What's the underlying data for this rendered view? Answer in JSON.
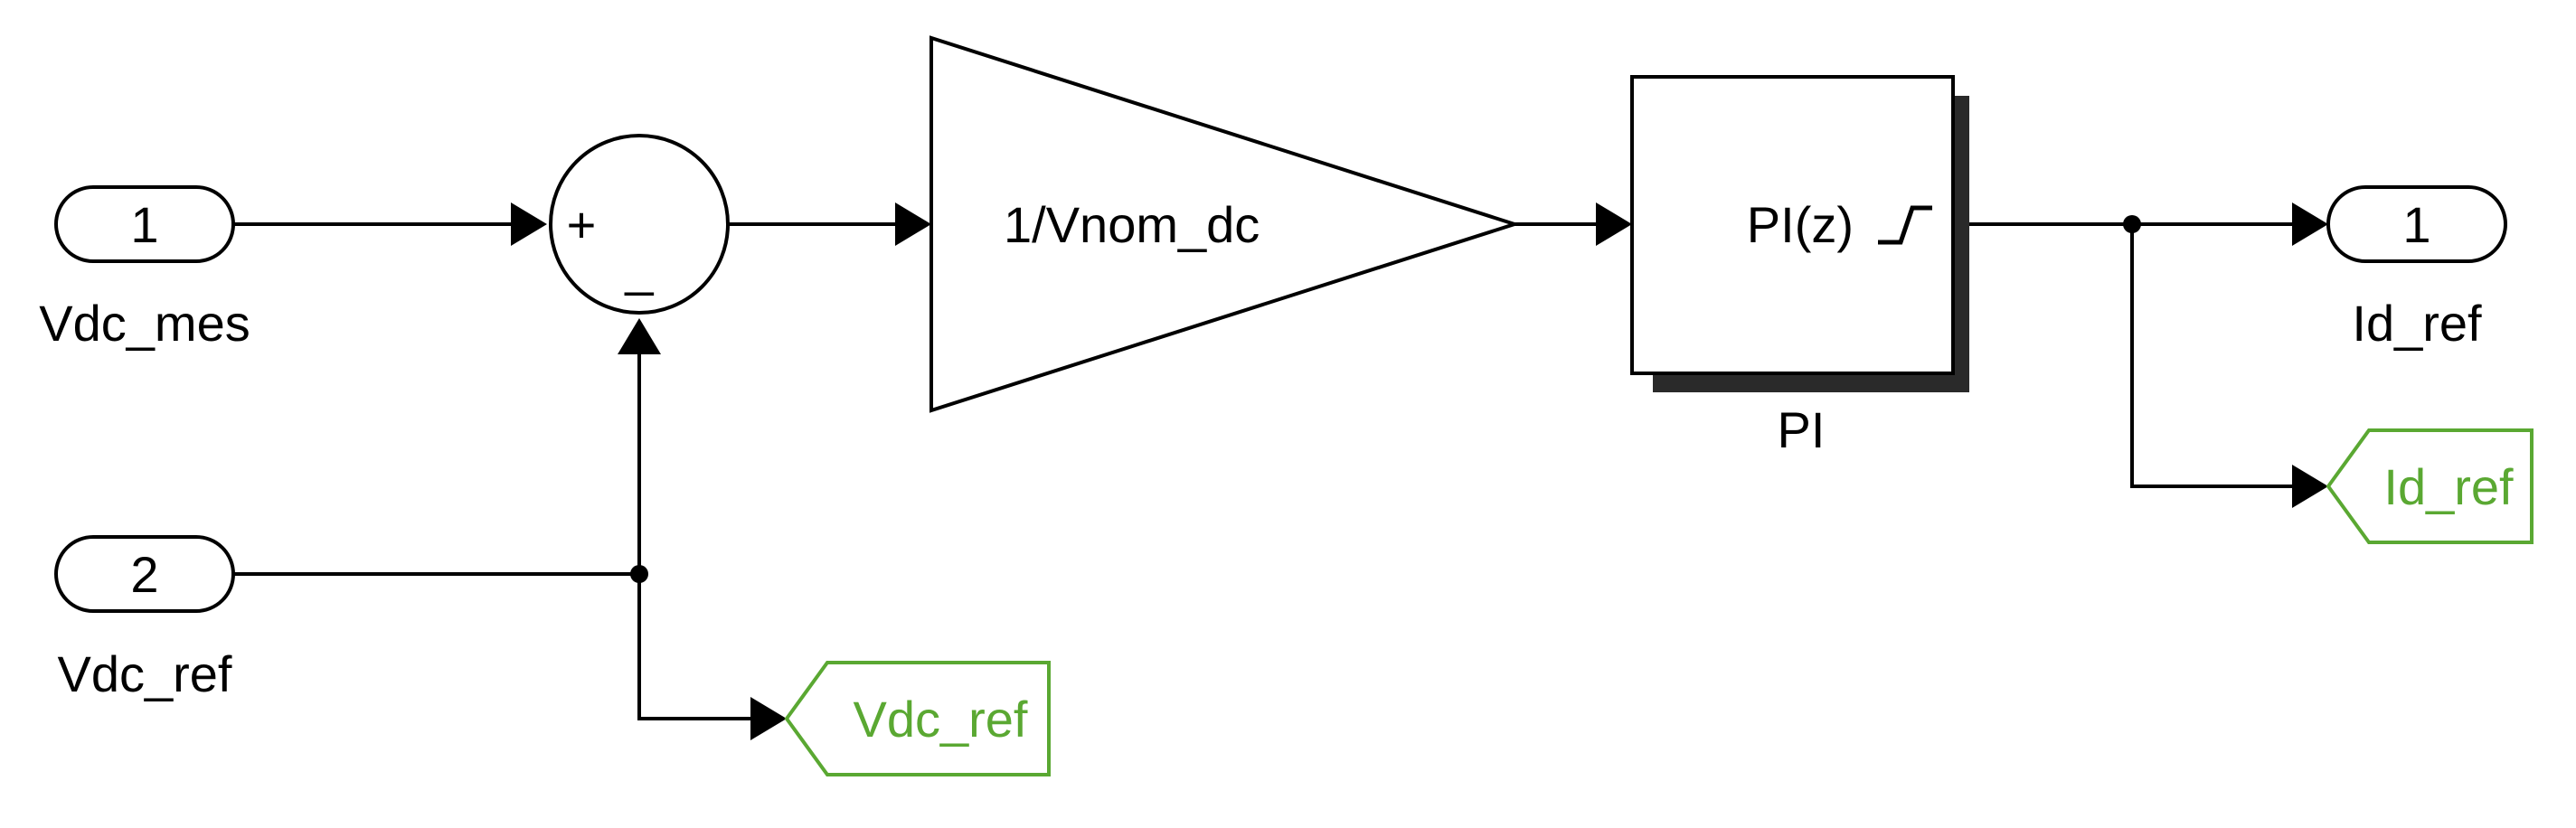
{
  "inports": [
    {
      "number": "1",
      "name": "Vdc_mes"
    },
    {
      "number": "2",
      "name": "Vdc_ref"
    }
  ],
  "sum_block": {
    "plus": "+",
    "minus": "_"
  },
  "gain_block": {
    "label": "1/Vnom_dc"
  },
  "pi_block": {
    "label": "PI(z)",
    "name": "PI"
  },
  "outport": {
    "number": "1",
    "name": "Id_ref"
  },
  "goto_tags": [
    {
      "tag": "Vdc_ref"
    },
    {
      "tag": "Id_ref"
    }
  ],
  "colors": {
    "wire": "#000000",
    "goto": "#5aa832"
  },
  "icons": {
    "pi_saturation": "saturation-step-icon"
  }
}
